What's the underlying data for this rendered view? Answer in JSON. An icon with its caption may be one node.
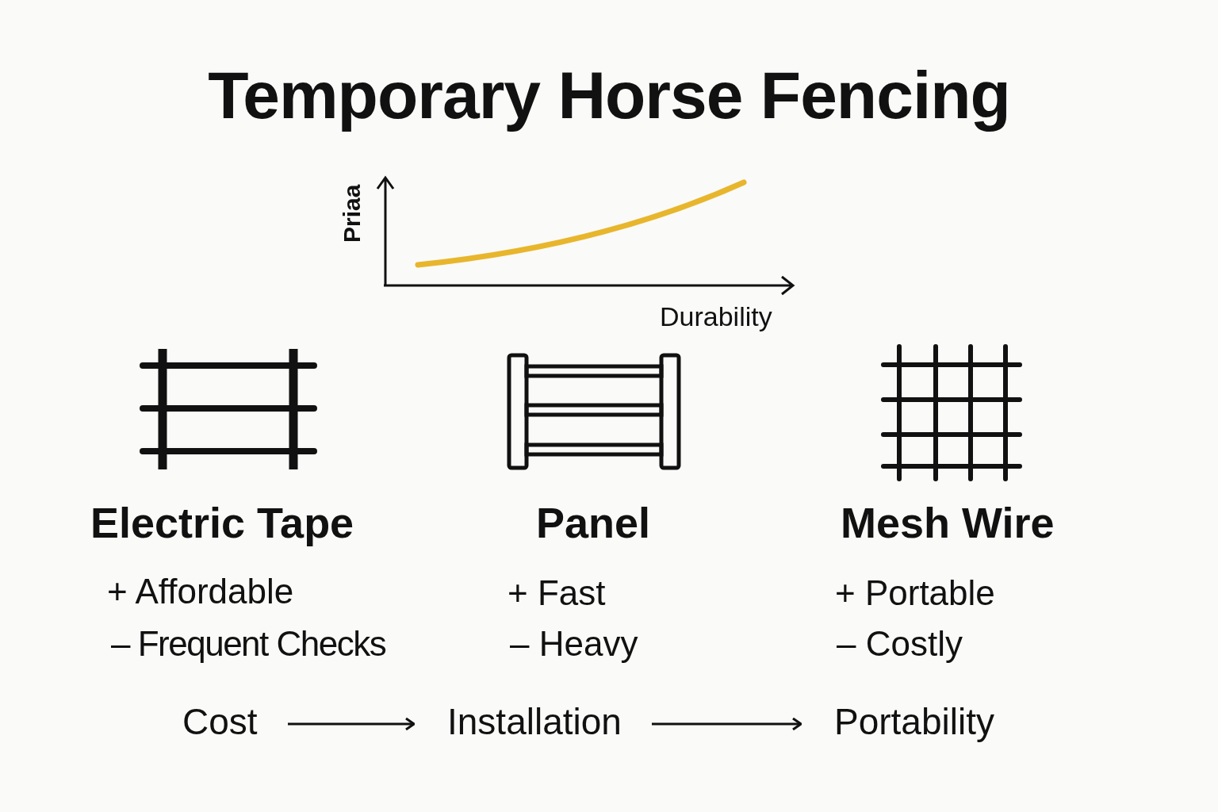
{
  "diagram": {
    "title": "Temporary Horse Fencing",
    "nodes": [
      {
        "text": [
          "Cost"
        ]
      },
      {
        "text": [
          "Installation"
        ]
      },
      {
        "text": [
          "Portability"
        ]
      }
    ],
    "edges": [
      {
        "from": 0,
        "to": 1,
        "arrow": "to"
      },
      {
        "from": 1,
        "to": 2,
        "arrow": "to"
      }
    ],
    "labels": [
      "Priaa",
      "Durability",
      "Electric Tape",
      "Panel",
      "Mesh Wire",
      "+ Affordable",
      "+ Fast",
      "+ Portable",
      "– Frequent Checks",
      "– Heavy",
      "– Costly"
    ]
  }
}
